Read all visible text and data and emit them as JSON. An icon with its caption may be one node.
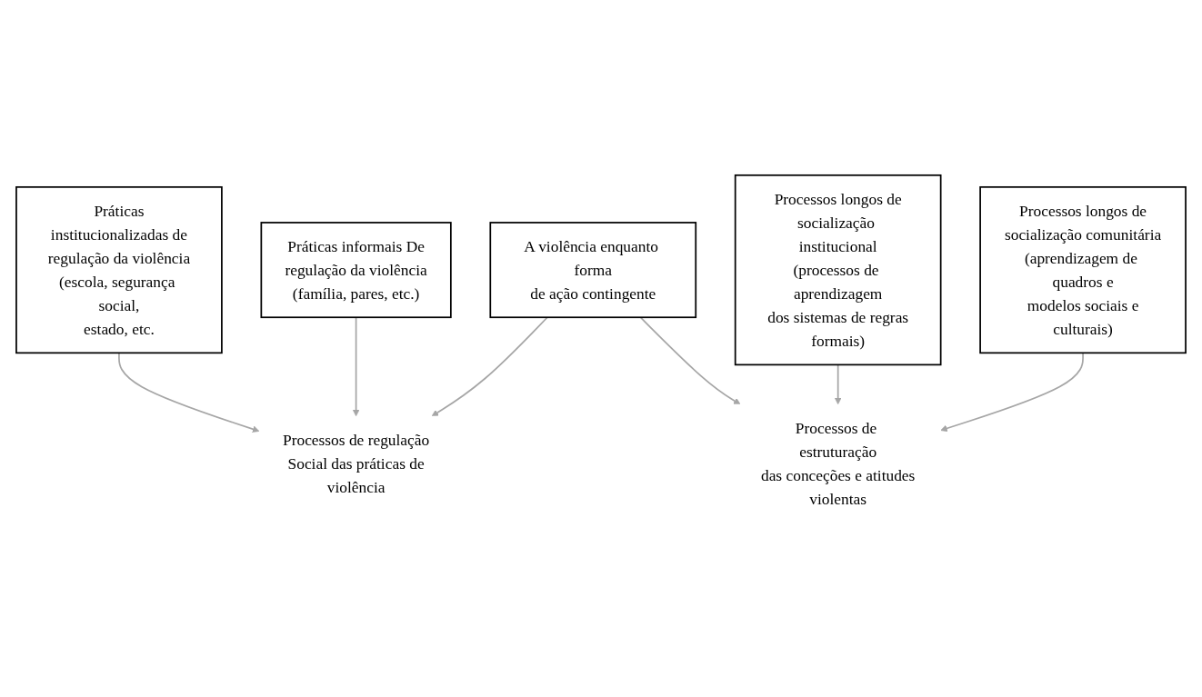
{
  "diagram": {
    "nodes": [
      {
        "text": [
          "Práticas institucionalizadas de regulação da violência (escola, segurança social, estado, etc."
        ]
      },
      {
        "text": [
          "Processos longos de socialização institucional (processos de aprendizagem dos sistemas de regras formais)"
        ]
      },
      {
        "text": [
          "Processos de regulação Social das práticas de violência"
        ]
      },
      {
        "text": [
          "A violência enquanto forma de ação contingente"
        ]
      },
      {
        "text": [
          "Processos de estruturação das conceções e atitudes violentas"
        ]
      },
      {
        "text": [
          "Práticas informais De regulação da violência (família, pares, etc.)"
        ]
      },
      {
        "text": [
          "Processos longos de socialização comunitária (aprendizagem de quadros e modelos sociais e culturais)"
        ]
      }
    ],
    "edges": [
      {
        "from": 0,
        "to": 2,
        "arrow": "to"
      },
      {
        "from": 1,
        "to": 4,
        "arrow": "to"
      },
      {
        "from": 3,
        "to": 2,
        "arrow": "to"
      },
      {
        "from": 3,
        "to": 4,
        "arrow": "to"
      },
      {
        "from": 5,
        "to": 2,
        "arrow": "to"
      },
      {
        "from": 6,
        "to": 4,
        "arrow": "to"
      }
    ]
  }
}
